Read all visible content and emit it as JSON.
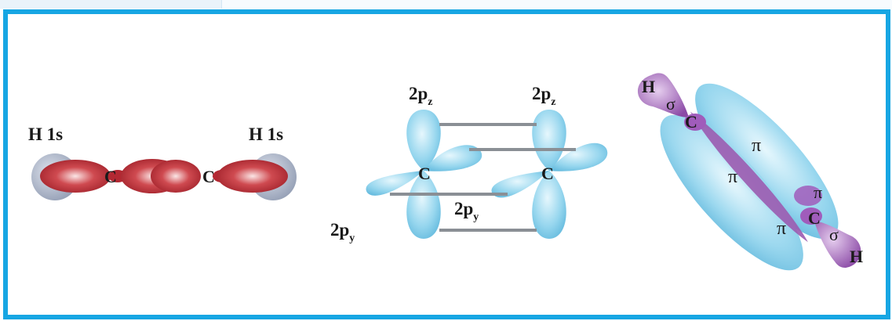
{
  "colors": {
    "frame": "#17a6e3",
    "hydrogen_s": "#a9b3c6",
    "carbon_sp2_red": "#c5353e",
    "p_orbital_blue": "#8fd3ec",
    "sigma_purple": "#9b5bb0"
  },
  "panel_sigma": {
    "h_left": "H 1s",
    "h_right": "H 1s",
    "carbon_left": "C",
    "carbon_right": "C"
  },
  "panel_p": {
    "pz_left": "2p",
    "pz_left_sub": "z",
    "pz_right": "2p",
    "pz_right_sub": "z",
    "py_left": "2p",
    "py_left_sub": "y",
    "py_mid": "2p",
    "py_mid_sub": "y",
    "carbon_left": "C",
    "carbon_right": "C"
  },
  "panel_pi": {
    "h_top": "H",
    "sigma_top": "σ",
    "carbon_top": "C",
    "pi_1": "π",
    "pi_2": "π",
    "pi_3": "π",
    "pi_4": "π",
    "carbon_bottom": "C",
    "sigma_bottom": "σ",
    "h_bottom": "H"
  }
}
